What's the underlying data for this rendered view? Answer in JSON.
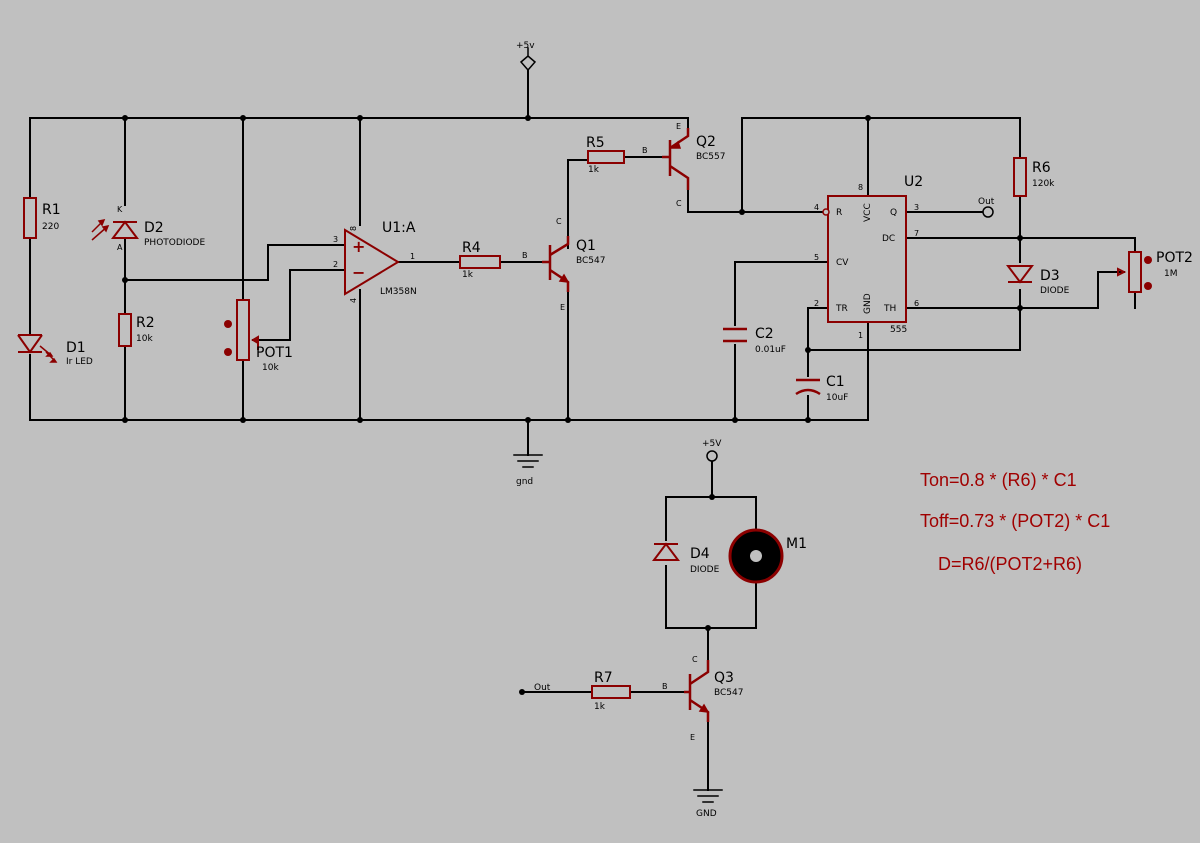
{
  "power": {
    "vcc_top": "+5v",
    "vcc_motor": "+5V",
    "gnd_main": "gnd",
    "gnd_motor": "GND"
  },
  "components": {
    "R1": {
      "ref": "R1",
      "value": "220"
    },
    "R2": {
      "ref": "R2",
      "value": "10k"
    },
    "R4": {
      "ref": "R4",
      "value": "1k"
    },
    "R5": {
      "ref": "R5",
      "value": "1k"
    },
    "R6": {
      "ref": "R6",
      "value": "120k"
    },
    "R7": {
      "ref": "R7",
      "value": "1k"
    },
    "D1": {
      "ref": "D1",
      "value": "Ir LED"
    },
    "D2": {
      "ref": "D2",
      "value": "PHOTODIODE"
    },
    "D3": {
      "ref": "D3",
      "value": "DIODE"
    },
    "D4": {
      "ref": "D4",
      "value": "DIODE"
    },
    "POT1": {
      "ref": "POT1",
      "value": "10k"
    },
    "POT2": {
      "ref": "POT2",
      "value": "1M"
    },
    "U1": {
      "ref": "U1:A",
      "value": "LM358N"
    },
    "U2": {
      "ref": "U2",
      "value": "555"
    },
    "Q1": {
      "ref": "Q1",
      "value": "BC547"
    },
    "Q2": {
      "ref": "Q2",
      "value": "BC557"
    },
    "Q3": {
      "ref": "Q3",
      "value": "BC547"
    },
    "C1": {
      "ref": "C1",
      "value": "10uF"
    },
    "C2": {
      "ref": "C2",
      "value": "0.01uF"
    },
    "M1": {
      "ref": "M1"
    }
  },
  "pins": {
    "d2_k": "K",
    "d2_a": "A",
    "u1_3": "3",
    "u1_2": "2",
    "u1_1": "1",
    "u1_8": "8",
    "u1_4": "4",
    "u1_plus": "+",
    "u1_minus": "−",
    "b": "B",
    "c": "C",
    "e": "E",
    "u2_r": "R",
    "u2_vcc": "VCC",
    "u2_q": "Q",
    "u2_dc": "DC",
    "u2_cv": "CV",
    "u2_tr": "TR",
    "u2_gnd": "GND",
    "u2_th": "TH",
    "u2_p4": "4",
    "u2_p8": "8",
    "u2_p3": "3",
    "u2_p7": "7",
    "u2_p5": "5",
    "u2_p2": "2",
    "u2_p6": "6",
    "u2_p1": "1"
  },
  "net_labels": {
    "out_555": "Out",
    "out_q3": "Out"
  },
  "equations": {
    "ton": "Ton=0.8 * (R6) * C1",
    "toff": "Toff=0.73 * (POT2) * C1",
    "duty": "D=R6/(POT2+R6)"
  },
  "colors": {
    "background": "#c0c0c0",
    "component": "#8b0000",
    "wire": "#000000",
    "equation": "#a00000"
  }
}
